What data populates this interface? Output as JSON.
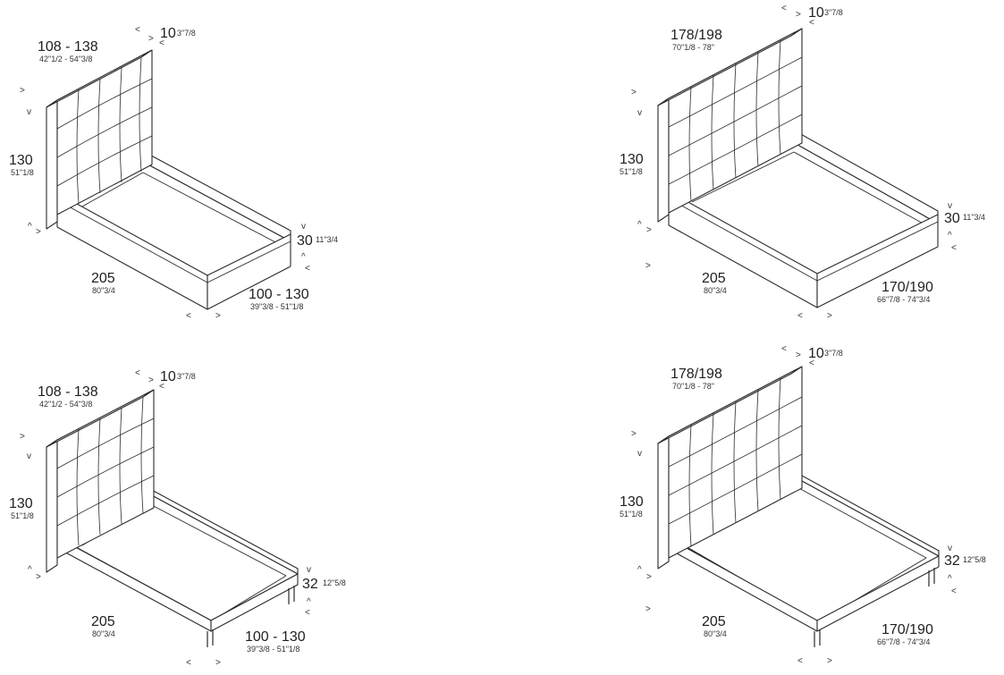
{
  "beds": [
    {
      "headboard_width": "108 - 138",
      "headboard_width_in": "42\"1/2 - 54\"3/8",
      "thickness": "10",
      "thickness_in": "3\"7/8",
      "height": "130",
      "height_in": "51\"1/8",
      "length": "205",
      "length_in": "80\"3/4",
      "width": "100 - 130",
      "width_in": "39\"3/8 - 51\"1/8",
      "base_height": "30",
      "base_height_in": "11\"3/4",
      "base": "box"
    },
    {
      "headboard_width": "178/198",
      "headboard_width_in": "70\"1/8 - 78\"",
      "thickness": "10",
      "thickness_in": "3\"7/8",
      "height": "130",
      "height_in": "51\"1/8",
      "length": "205",
      "length_in": "80\"3/4",
      "width": "170/190",
      "width_in": "66\"7/8 - 74\"3/4",
      "base_height": "30",
      "base_height_in": "11\"3/4",
      "base": "box"
    },
    {
      "headboard_width": "108 - 138",
      "headboard_width_in": "42\"1/2 - 54\"3/8",
      "thickness": "10",
      "thickness_in": "3\"7/8",
      "height": "130",
      "height_in": "51\"1/8",
      "length": "205",
      "length_in": "80\"3/4",
      "width": "100 - 130",
      "width_in": "39\"3/8 - 51\"1/8",
      "base_height": "32",
      "base_height_in": "12\"5/8",
      "base": "legs"
    },
    {
      "headboard_width": "178/198",
      "headboard_width_in": "70\"1/8 - 78\"",
      "thickness": "10",
      "thickness_in": "3\"7/8",
      "height": "130",
      "height_in": "51\"1/8",
      "length": "205",
      "length_in": "80\"3/4",
      "width": "170/190",
      "width_in": "66\"7/8 - 74\"3/4",
      "base_height": "32",
      "base_height_in": "12\"5/8",
      "base": "legs"
    }
  ],
  "arrow_glyphs": {
    "left": "<",
    "right": ">",
    "up": "^",
    "down": "v"
  }
}
